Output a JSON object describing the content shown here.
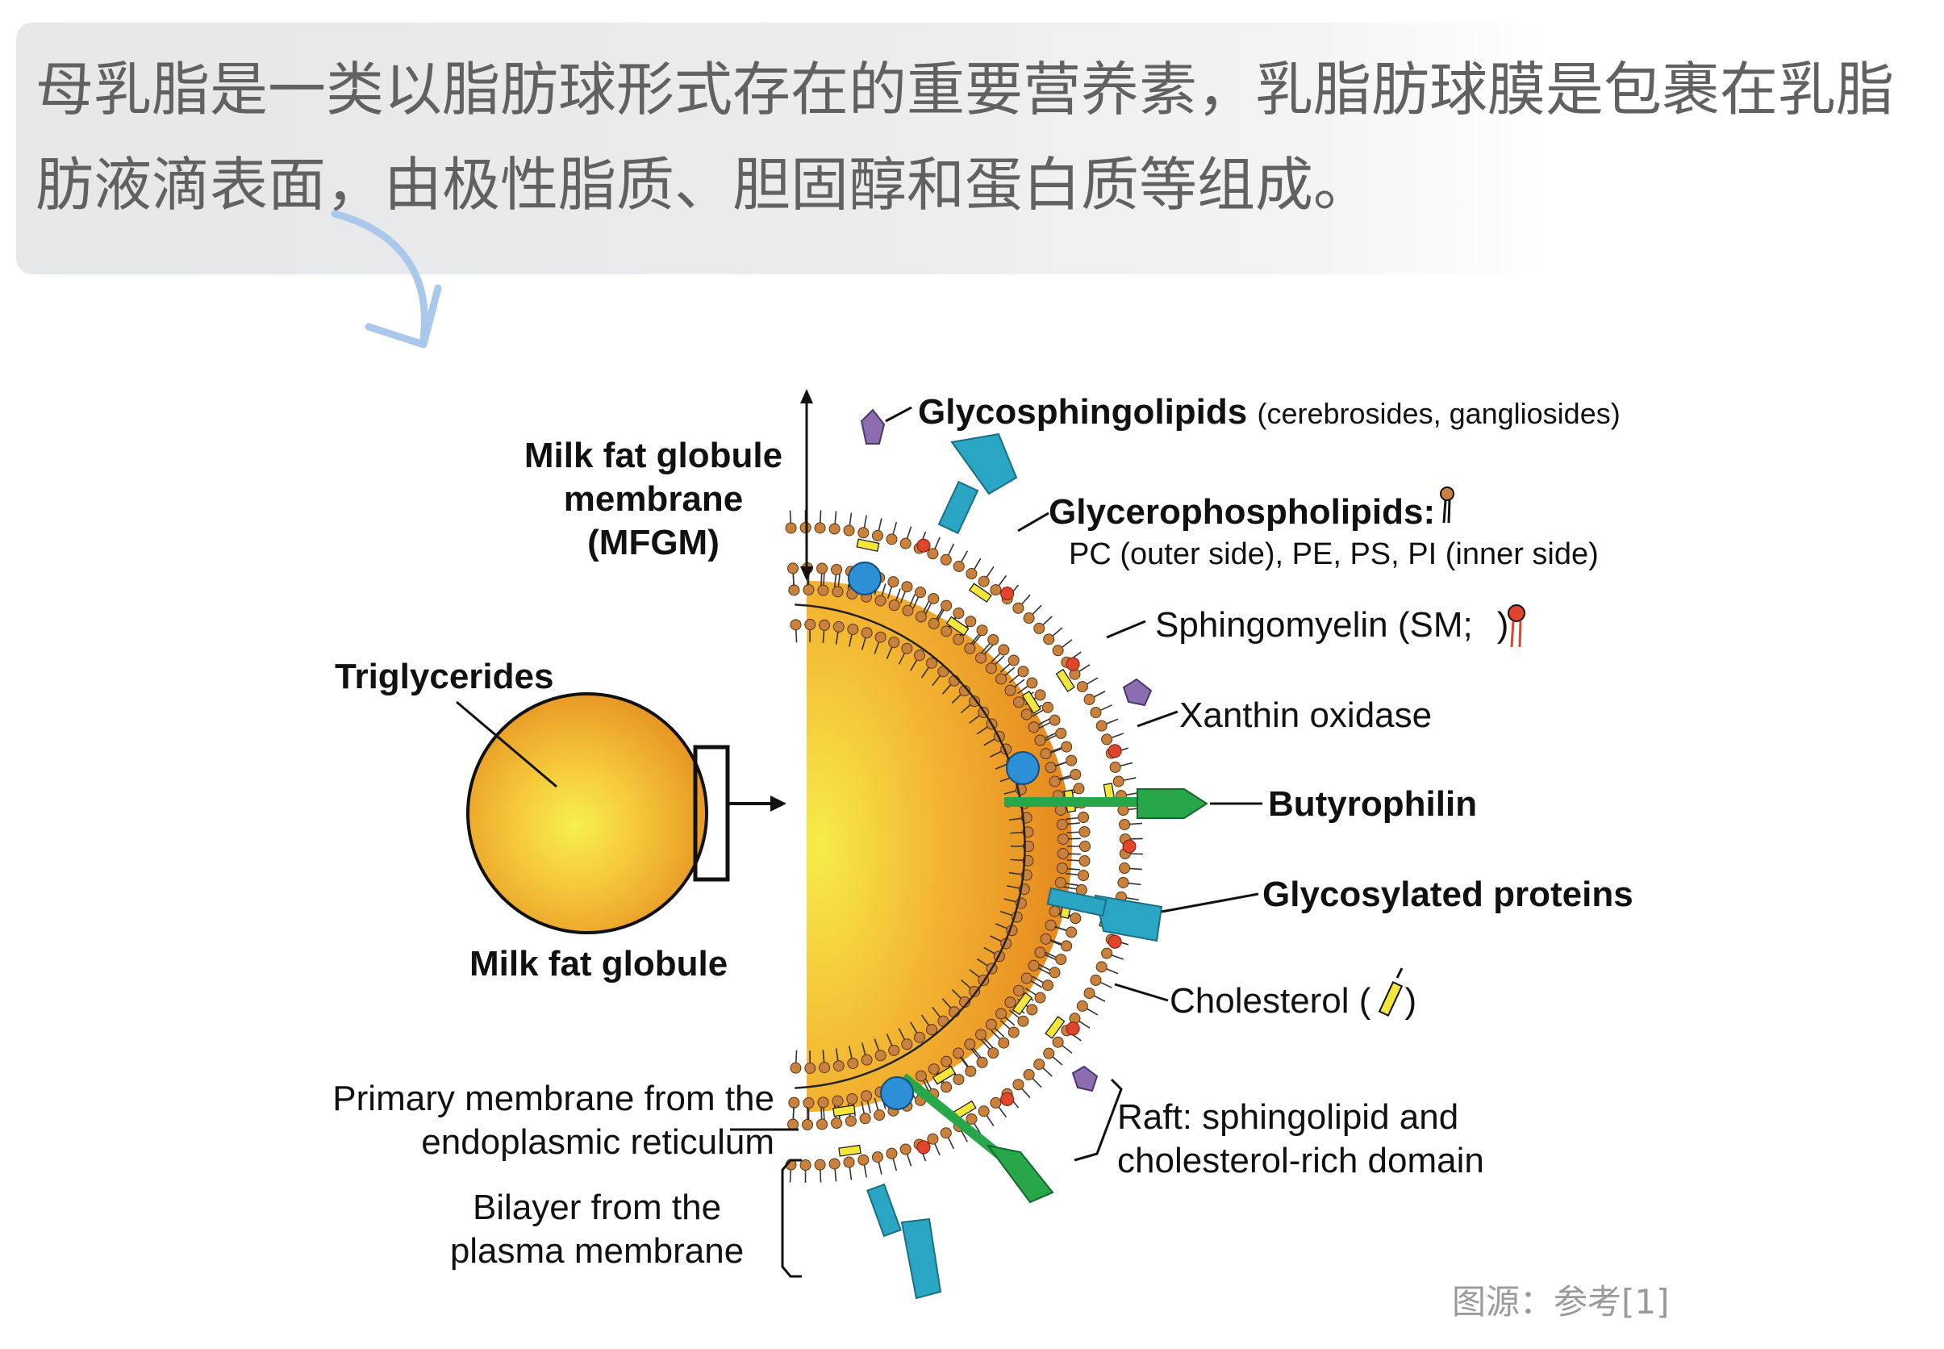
{
  "intro": {
    "text": "母乳脂是一类以脂肪球形式存在的重要营养素，乳脂肪球膜是包裹在乳脂肪液滴表面，由极性脂质、胆固醇和蛋白质等组成。"
  },
  "diagram": {
    "labels": {
      "mfgm_line1": "Milk fat globule",
      "mfgm_line2": "membrane",
      "mfgm_line3": "(MFGM)",
      "triglycerides": "Triglycerides",
      "milk_fat_globule": "Milk fat globule",
      "primary_line1": "Primary membrane from the",
      "primary_line2": "endoplasmic reticulum",
      "bilayer_line1": "Bilayer from the",
      "bilayer_line2": "plasma membrane",
      "glycosphingolipids": "Glycosphingolipids",
      "glycosphingolipids_note": "(cerebrosides, gangliosides)",
      "glycerophospholipids": "Glycerophospholipids:",
      "glycerophospholipids_sub": "PC (outer side), PE, PS, PI (inner side)",
      "sphingomyelin": "Sphingomyelin (SM;",
      "sphingomyelin_close": ")",
      "xanthin": "Xanthin oxidase",
      "butyrophilin": "Butyrophilin",
      "glycosylated": "Glycosylated proteins",
      "cholesterol": "Cholesterol (",
      "cholesterol_close": ")",
      "raft_line1": "Raft: sphingolipid and",
      "raft_line2": "cholesterol-rich domain"
    }
  },
  "credit": "图源：参考[1]",
  "colors": {
    "lipid_head": "#c9823e",
    "membrane_line": "#333333",
    "protein_teal": "#2aa6c4",
    "butyrophilin_green": "#27a74a",
    "glycolipid_purple": "#8b6db0",
    "xanthin_blue": "#2d8fd6",
    "cholesterol_yellow": "#f3e63a",
    "sm_red": "#e0442b",
    "arrow_blue": "#a9c8ec"
  }
}
